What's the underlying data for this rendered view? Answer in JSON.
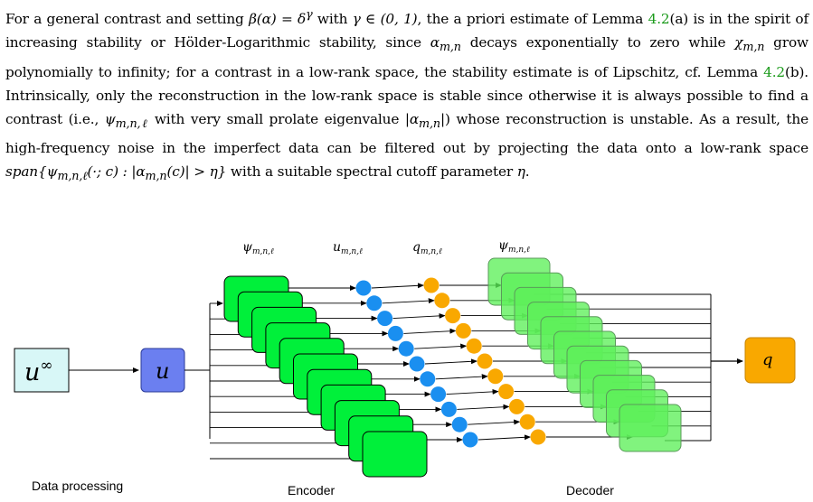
{
  "paragraph": {
    "seg1": "For a general contrast and setting ",
    "m_beta": "β(α) = δ",
    "m_gamma_sup": "γ",
    "seg2": " with ",
    "m_gamma_in": "γ ∈ (0, 1)",
    "seg3": ", the a priori estimate of Lemma ",
    "ref_a": "4.2",
    "seg4": "(a) is in the spirit of increasing stability or Hölder-Logarithmic stability, since ",
    "m_alpha": "α",
    "m_alpha_sub": "m,n",
    "seg5": " decays exponentially to zero while ",
    "m_chi": "χ",
    "m_chi_sub": "m,n",
    "seg6": " grow polynomially to infinity; for a contrast in a low-rank space, the stability estimate is of Lipschitz, cf. Lemma ",
    "ref_b": "4.2",
    "seg7": "(b). Intrinsically, only the reconstruction in the low-rank space is stable since otherwise it is always possible to find a contrast (i.e., ",
    "m_psi": "ψ",
    "m_psi_sub": "m,n,ℓ",
    "seg8": " with very small prolate eigenvalue ",
    "m_abs_alpha": "|α",
    "m_abs_alpha_sub": "m,n",
    "m_abs_close": "|",
    "seg9": ") whose reconstruction is unstable. As a result, the high-frequency noise in the imperfect data can be filtered out by projecting the data onto a low-rank space ",
    "m_span": "span{ψ",
    "m_span_sub": "m,n,ℓ",
    "m_span_rest": "(·; c) : |α",
    "m_span_sub2": "m,n",
    "m_span_rest2": "(c)| > η}",
    "seg10": " with a suitable spectral cutoff parameter ",
    "m_eta": "η",
    "seg11": "."
  },
  "diagram": {
    "col_psi1": "ψ",
    "col_psi1_sub": "m,n,ℓ",
    "col_u": "u",
    "col_u_sub": "m,n,ℓ",
    "col_q": "q",
    "col_q_sub": "m,n,ℓ",
    "col_psi2": "ψ",
    "col_psi2_sub": "m,n,ℓ",
    "box_uinf_base": "u",
    "box_uinf_sup": "∞",
    "box_u": "u",
    "box_q": "q",
    "label_data_processing": "Data processing",
    "label_encoder": "Encoder",
    "label_decoder": "Decoder",
    "colors": {
      "uinf_fill": "#d8f7f7",
      "u_fill": "#6b7ff0",
      "q_fill": "#f9a800",
      "encoder_fill": "#00f03a",
      "decoder_fill": "#5ef05a",
      "blue_dot": "#1a8ff0",
      "orange_dot": "#f9a800"
    }
  }
}
